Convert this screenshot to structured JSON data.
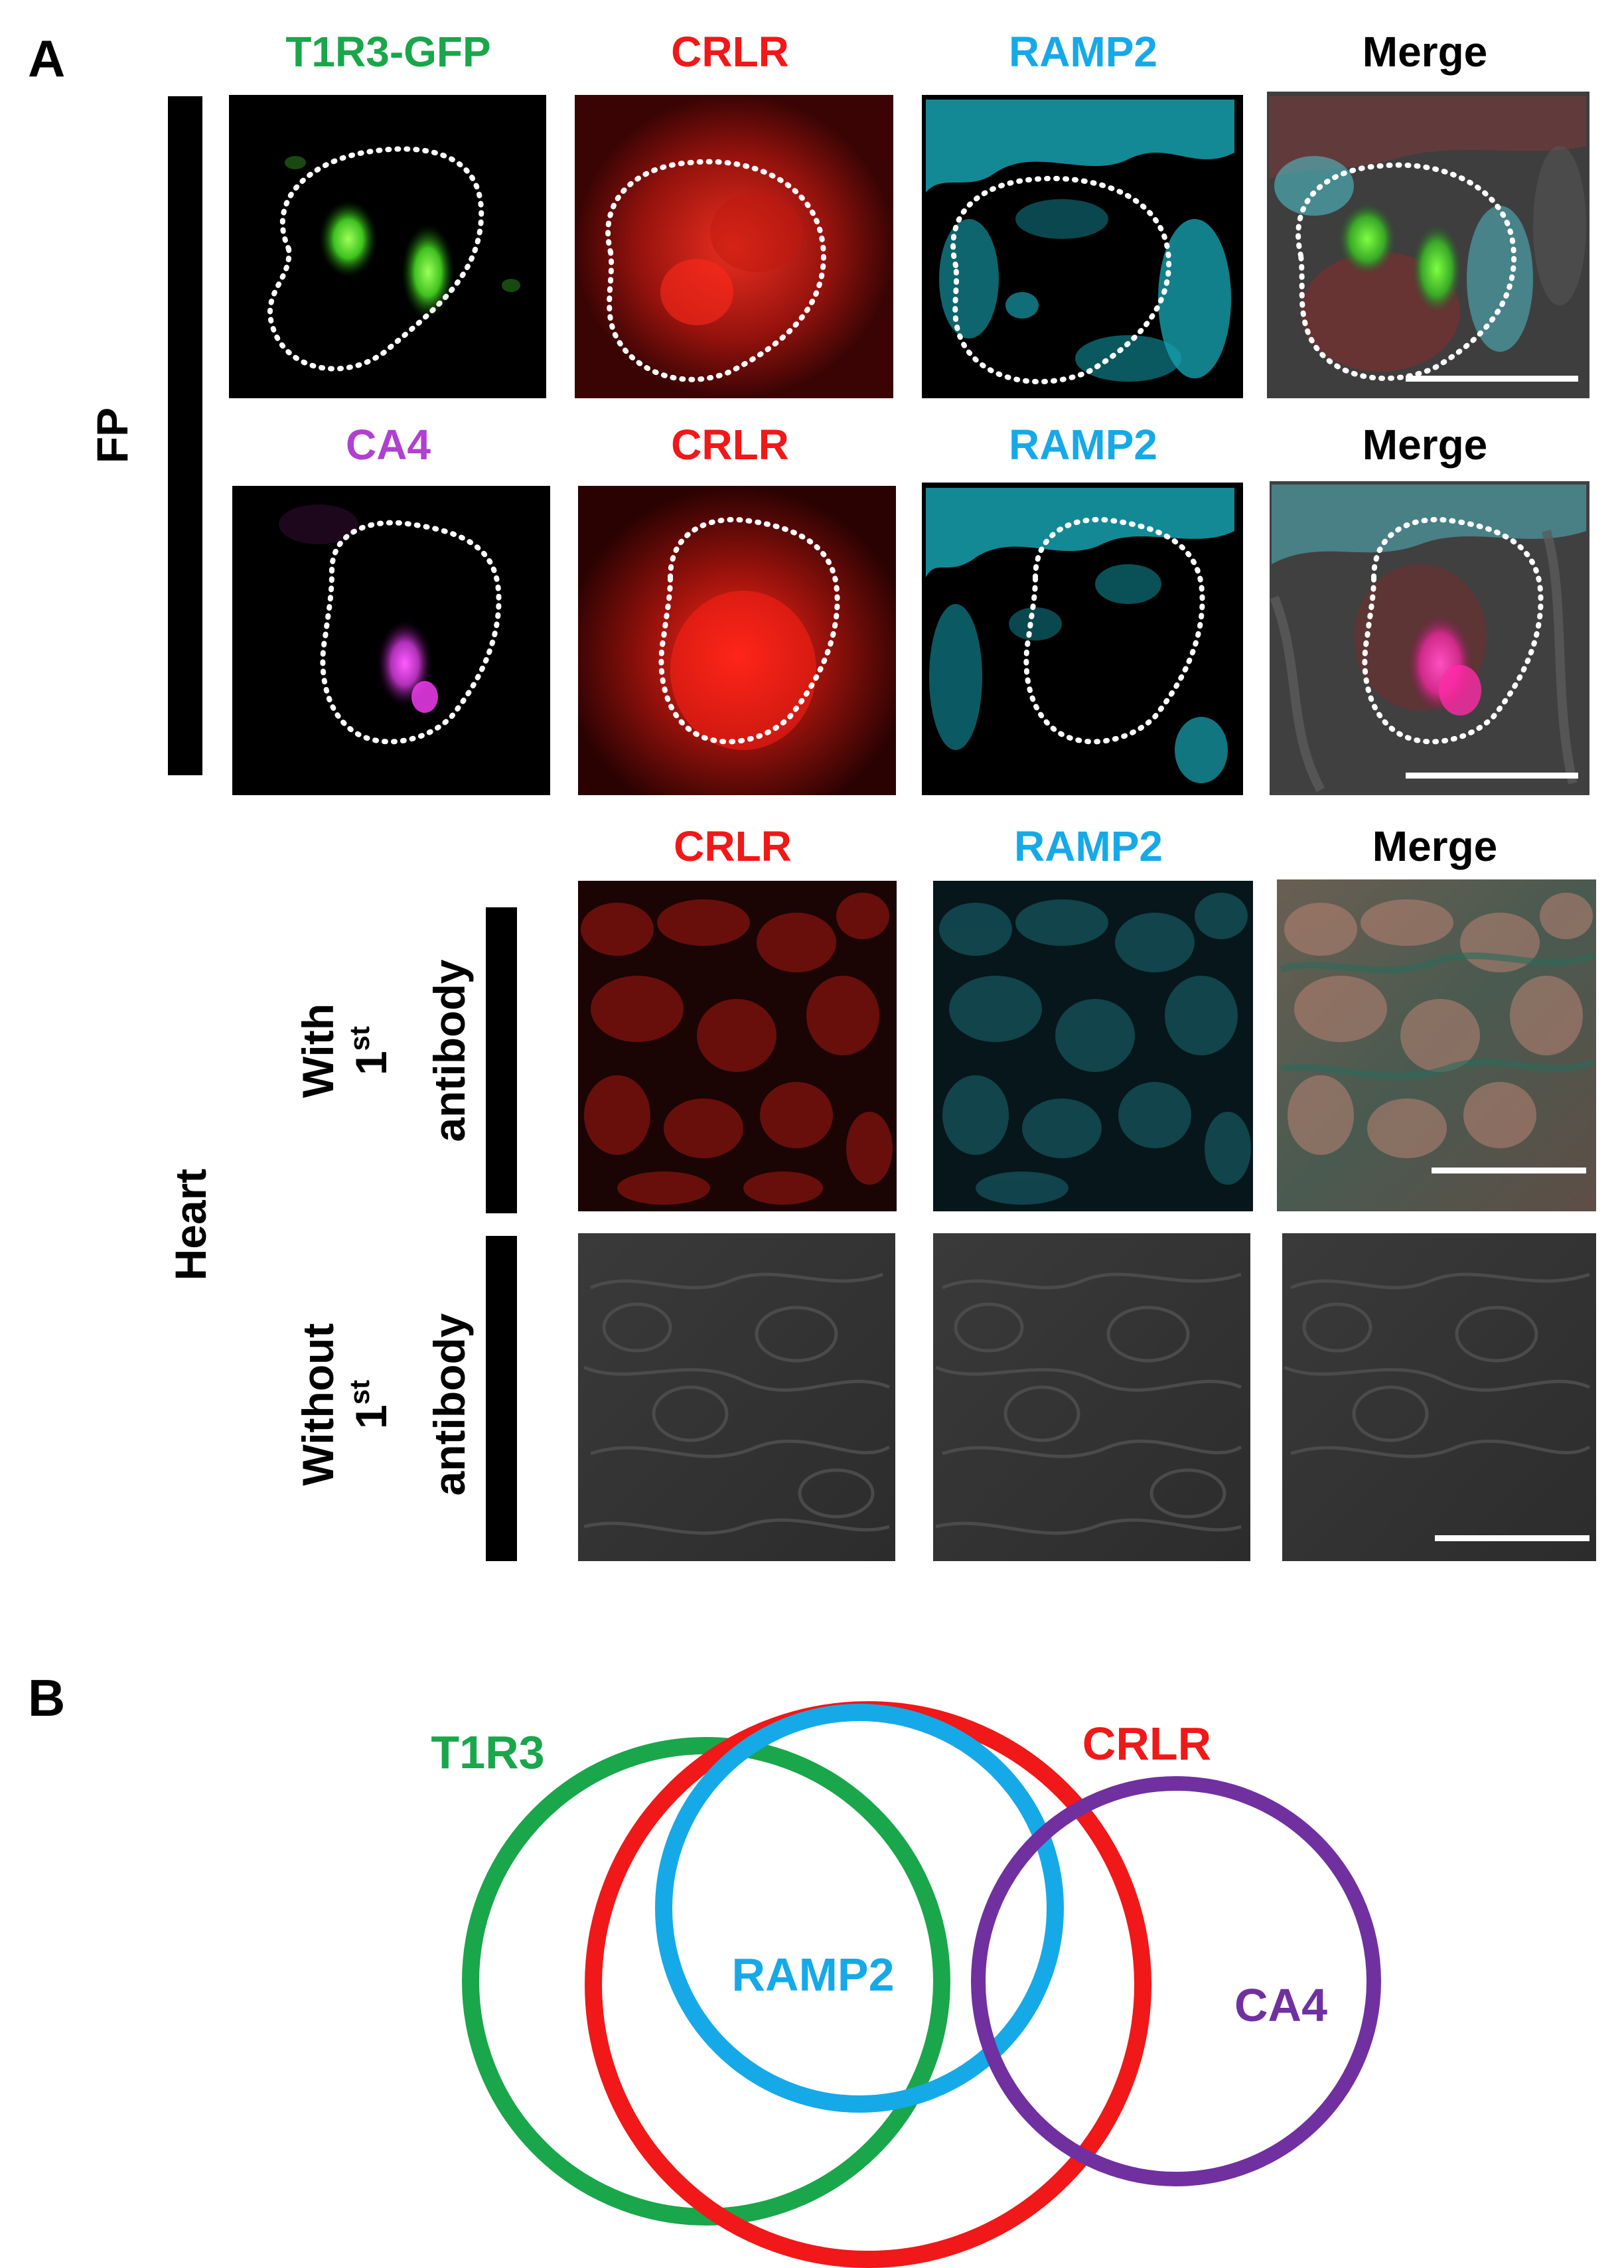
{
  "panel_a": {
    "letter": "A",
    "fp": {
      "group_label": "FP",
      "row1_headers": [
        "T1R3-GFP",
        "CRLR",
        "RAMP2",
        "Merge"
      ],
      "row2_headers": [
        "CA4",
        "CRLR",
        "RAMP2",
        "Merge"
      ]
    },
    "heart": {
      "group_label": "Heart",
      "headers": [
        "CRLR",
        "RAMP2",
        "Merge"
      ],
      "row_with": {
        "line1": "With",
        "line2": "1",
        "sup": "st",
        "line3": "antibody"
      },
      "row_without": {
        "line1": "Without",
        "line2": "1",
        "sup": "st",
        "line3": "antibody"
      }
    }
  },
  "panel_b": {
    "letter": "B",
    "venn": [
      {
        "label": "T1R3",
        "color": "#1aa64b"
      },
      {
        "label": "RAMP2",
        "color": "#16a9e8"
      },
      {
        "label": "CRLR",
        "color": "#f01818"
      },
      {
        "label": "CA4",
        "color": "#7030a0"
      }
    ]
  },
  "colors": {
    "green": "#1aa64b",
    "red": "#f01818",
    "cyan": "#16a9e8",
    "purple": "#b040d0",
    "black": "#000000"
  }
}
